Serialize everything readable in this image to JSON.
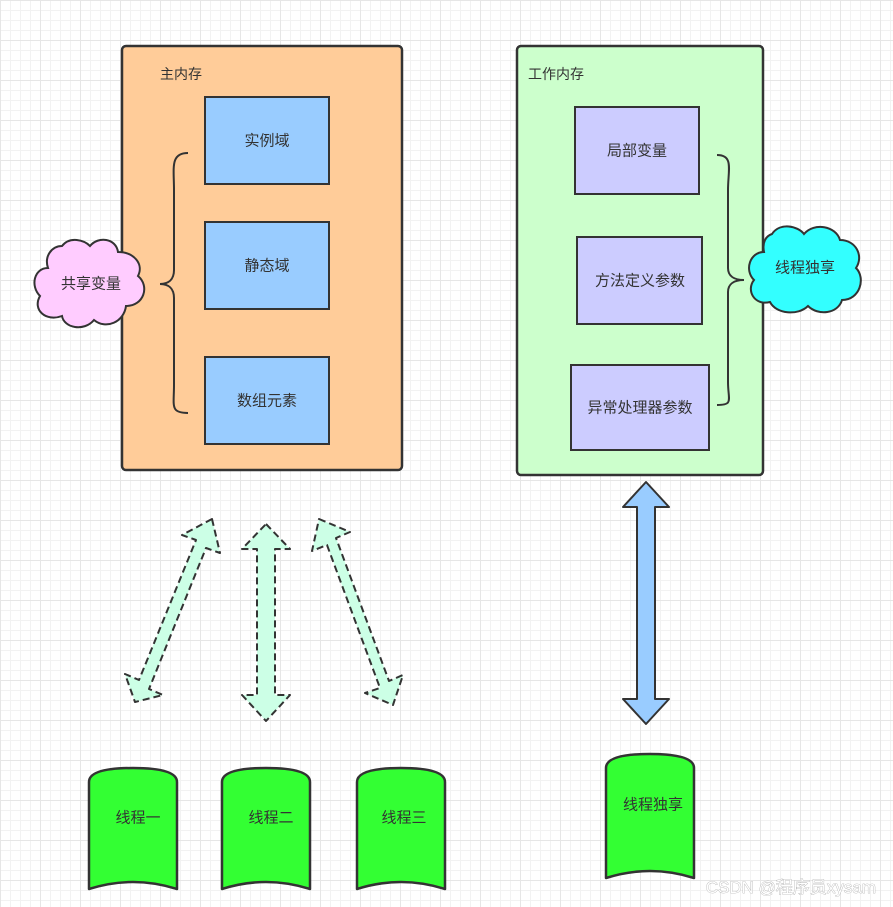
{
  "main_memory": {
    "title": "主内存",
    "items": [
      "实例域",
      "静态域",
      "数组元素"
    ]
  },
  "working_memory": {
    "title": "工作内存",
    "items": [
      "局部变量",
      "方法定义参数",
      "异常处理器参数"
    ]
  },
  "shared_cloud": {
    "label": "共享变量"
  },
  "exclusive_cloud": {
    "label": "线程独享"
  },
  "threads": [
    "线程一",
    "线程二",
    "线程三"
  ],
  "exclusive_thread": {
    "label": "线程独享"
  },
  "watermark": "CSDN @程序员xysam",
  "colors": {
    "main_memory_fill": "#ffcc99",
    "working_memory_fill": "#ccffcc",
    "main_item_fill": "#99ccff",
    "working_item_fill": "#ccccff",
    "shared_cloud_fill": "#ffccff",
    "exclusive_cloud_fill": "#33ffff",
    "thread_fill": "#33ff33",
    "dashed_arrow_fill": "#ccffe6",
    "solid_arrow_fill": "#99ccff",
    "stroke": "#333333"
  }
}
